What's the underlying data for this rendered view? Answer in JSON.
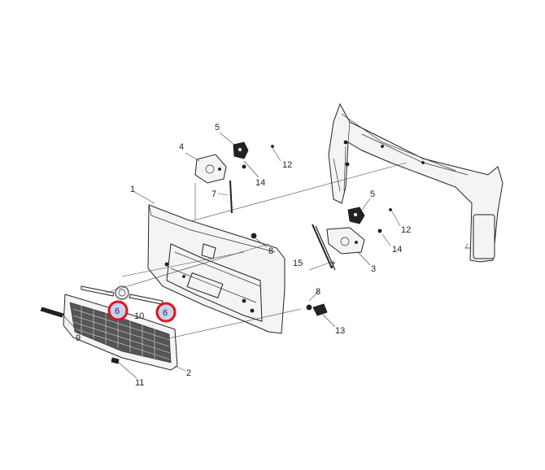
{
  "callouts": {
    "c1": "1",
    "c2": "2",
    "c3": "3",
    "c4": "4",
    "c5a": "5",
    "c5b": "5",
    "c6a": "6",
    "c6b": "6",
    "c7a": "7",
    "c7b": "7",
    "c8a": "8",
    "c8b": "8",
    "c9": "9",
    "c10": "10",
    "c11": "11",
    "c12a": "12",
    "c12b": "12",
    "c13": "13",
    "c14a": "14",
    "c14b": "14",
    "c15": "15"
  },
  "colors": {
    "highlight_ring": "#e0141e",
    "highlight_fill": "#c8d2ea"
  }
}
